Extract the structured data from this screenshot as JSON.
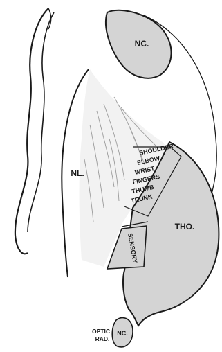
{
  "labels": {
    "nucleus_caudatus_top": "NC.",
    "nucleus_lenticularis": "NL.",
    "thalamus": "THO.",
    "nucleus_caudatus_bottom": "NC.",
    "optic_rad_line1": "OPTIC",
    "optic_rad_line2": "RAD."
  },
  "motor_regions": [
    "SHOULDER",
    "ELBOW",
    "WRIST",
    "FINGERS",
    "THUMB",
    "TRUNK"
  ],
  "sensory_label": "SENSORY",
  "colors": {
    "ink": "#1a1a1a",
    "tissue_fill": "#d4d4d4",
    "capsule_fill": "#f2f2f2",
    "background": "#ffffff"
  }
}
